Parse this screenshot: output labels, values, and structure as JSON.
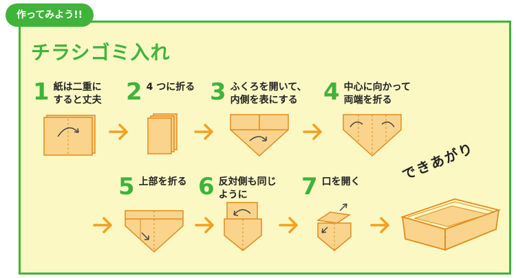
{
  "badge": "作ってみよう!!",
  "title": "チラシゴミ入れ",
  "steps": [
    {
      "num": "1",
      "text": "紙は二重に\nすると丈夫"
    },
    {
      "num": "2",
      "text": "4 つに折る"
    },
    {
      "num": "3",
      "text": "ふくろを開いて、\n内側を表にする"
    },
    {
      "num": "4",
      "text": "中心に向かって\n両端を折る"
    },
    {
      "num": "5",
      "text": "上部を折る"
    },
    {
      "num": "6",
      "text": "反対側も同じ\nように"
    },
    {
      "num": "7",
      "text": "口を開く"
    }
  ],
  "done": "できあがり",
  "colors": {
    "green": "#3fb33a",
    "orange": "#f5a020",
    "paper": "#fad48c",
    "panel": "#fbf8c4",
    "paper_outline": "#e38a1a"
  },
  "icons": {
    "arrow": "chevron-arrow-right-icon"
  }
}
